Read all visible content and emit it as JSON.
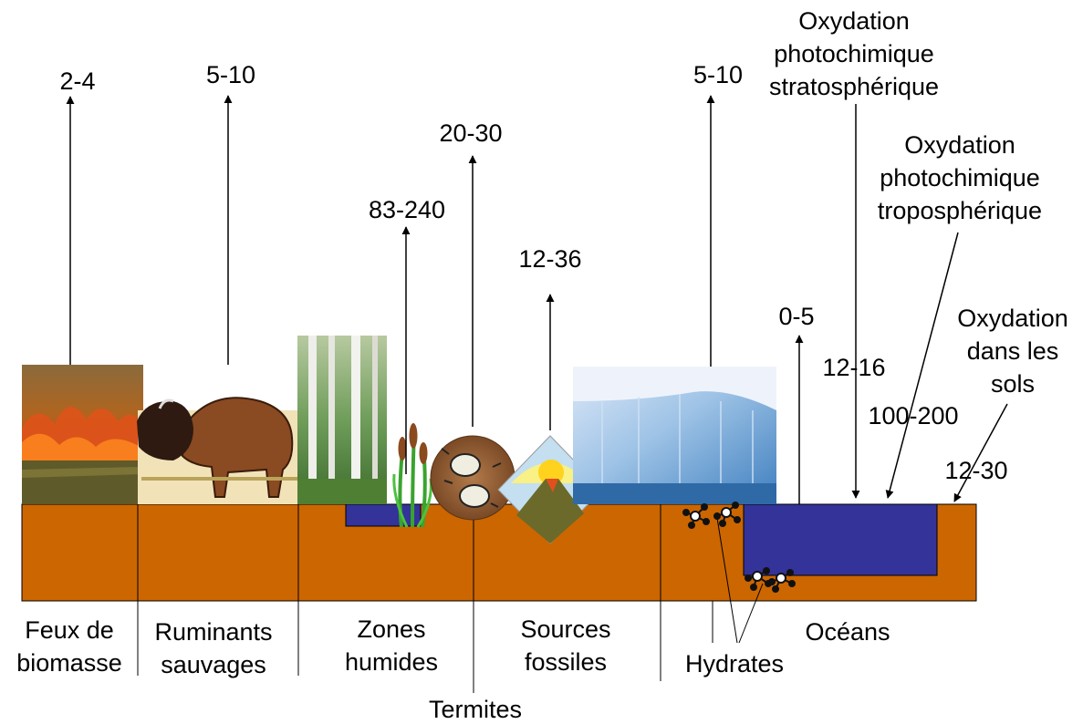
{
  "labels": {
    "sources": {
      "biomass": [
        "Feux de",
        "biomasse"
      ],
      "ruminants": [
        "Ruminants",
        "sauvages"
      ],
      "wetlands": [
        "Zones",
        "humides"
      ],
      "termites": "Termites",
      "fossil": [
        "Sources",
        "fossiles"
      ],
      "hydrates": "Hydrates",
      "oceans": "Océans"
    },
    "sinks": {
      "strato": [
        "Oxydation",
        "photochimique",
        "stratosphérique"
      ],
      "tropo": [
        "Oxydation",
        "photochimique",
        "troposphérique"
      ],
      "soils": [
        "Oxydation",
        "dans les",
        "sols"
      ]
    }
  },
  "fluxes": {
    "biomass": "2-4",
    "ruminants": "5-10",
    "wetlands": "83-240",
    "termites": "20-30",
    "fossil": "12-36",
    "hydrates": "5-10",
    "oceans": "0-5",
    "strato": "12-16",
    "tropo": "100-200",
    "soils": "12-30"
  },
  "colors": {
    "ground": "#cc6600",
    "water": "#333399",
    "outline": "#000000"
  }
}
